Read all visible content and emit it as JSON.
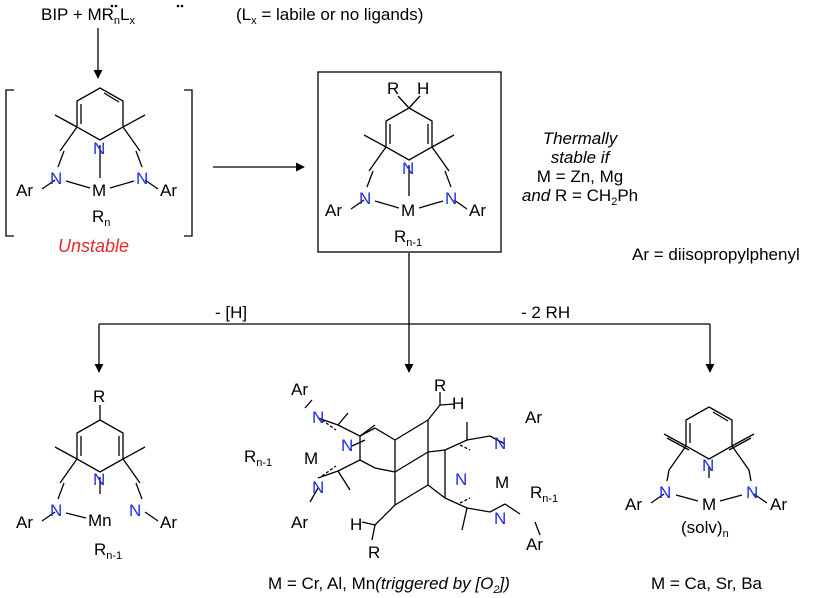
{
  "reaction": {
    "reagent_prefix": "BIP + ",
    "reagent_M": "MR",
    "reagent_sub_n": "n",
    "reagent_L": "L",
    "reagent_sub_x": "x",
    "note": "(L",
    "note_sub": "x",
    "note_rest": " = labile or no ligands)"
  },
  "atoms": {
    "N": "N",
    "M": "M",
    "Mn": "Mn",
    "Ar": "Ar",
    "R": "R",
    "H": "H",
    "Rn": "R",
    "Rn_sub": "n",
    "Rn1": "R",
    "Rn1_sub": "n-1",
    "solv": "(solv)",
    "solv_sub": "n"
  },
  "labels": {
    "unstable": "Unstable",
    "thermal_1": "Thermally",
    "thermal_2": "stable if",
    "thermal_3": "M = Zn, Mg",
    "thermal_4_and": "and",
    "thermal_4_rest": " R = CH",
    "thermal_4_sub": "2",
    "thermal_4_end": "Ph",
    "ar_def": "Ar = diisopropylphenyl",
    "branch_left": "- [H]",
    "branch_right": "- 2 RH",
    "dimer_caption_a": "M = Cr, Al, Mn",
    "dimer_caption_b": "(triggered by [O",
    "dimer_caption_sub": "2",
    "dimer_caption_c": "])",
    "right_caption": "M = Ca, Sr, Ba"
  },
  "colors": {
    "nitrogen": "#1f2fe0",
    "unstable": "#e8272b",
    "bond": "#000000"
  }
}
